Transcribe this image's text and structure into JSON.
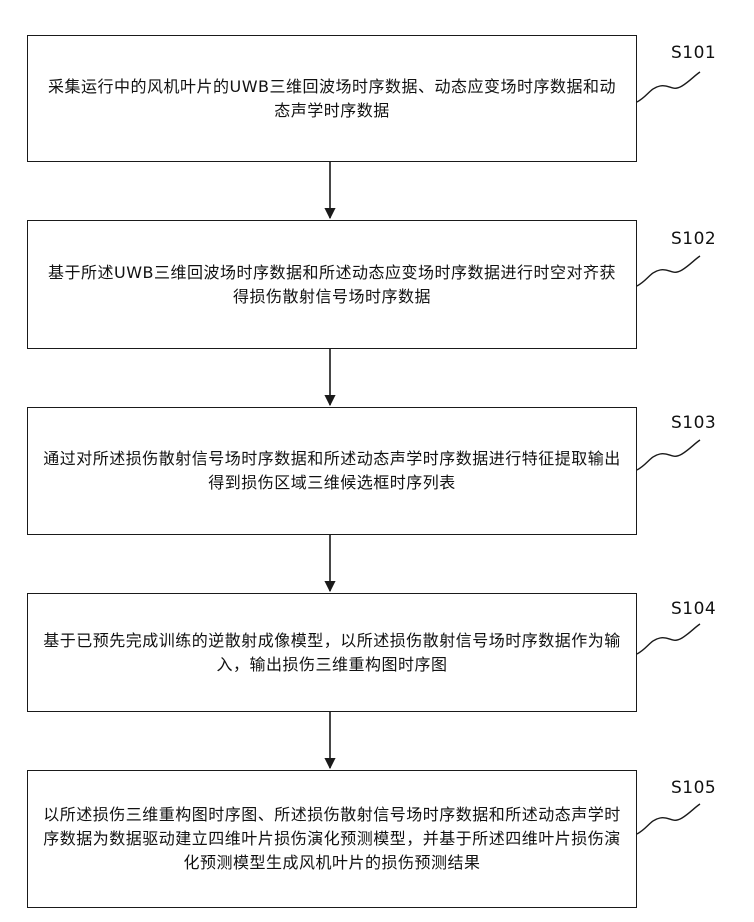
{
  "steps": [
    {
      "id": "S101",
      "text": "采集运行中的风机叶片的UWB三维回波场时序数据、动态应变场时序数据和动态声学时序数据"
    },
    {
      "id": "S102",
      "text": "基于所述UWB三维回波场时序数据和所述动态应变场时序数据进行时空对齐获得损伤散射信号场时序数据"
    },
    {
      "id": "S103",
      "text": "通过对所述损伤散射信号场时序数据和所述动态声学时序数据进行特征提取输出得到损伤区域三维候选框时序列表"
    },
    {
      "id": "S104",
      "text": "基于已预先完成训练的逆散射成像模型，以所述损伤散射信号场时序数据作为输入，输出损伤三维重构图时序图"
    },
    {
      "id": "S105",
      "text": "以所述损伤三维重构图时序图、所述损伤散射信号场时序数据和所述动态声学时序数据为数据驱动建立四维叶片损伤演化预测模型，并基于所述四维叶片损伤演化预测模型生成风机叶片的损伤预测结果"
    }
  ]
}
